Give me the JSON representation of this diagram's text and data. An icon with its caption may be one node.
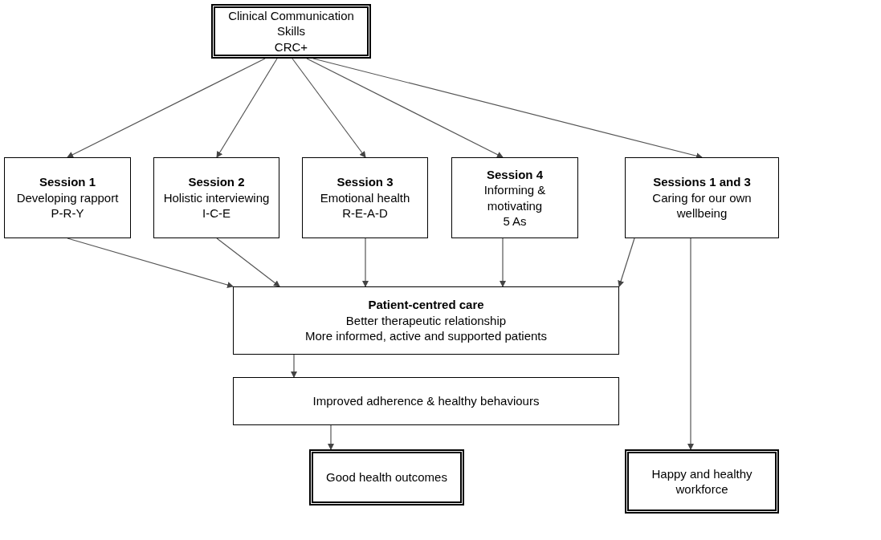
{
  "diagram": {
    "nodes": [
      {
        "text": [
          "Clinical Communication Skills",
          "CRC+"
        ]
      },
      {
        "text": [
          "Session 1",
          "Developing rapport",
          "P-R-Y"
        ]
      },
      {
        "text": [
          "Session 2",
          "Holistic interviewing",
          "I-C-E"
        ]
      },
      {
        "text": [
          "Session 3",
          "Emotional health",
          "R-E-A-D"
        ]
      },
      {
        "text": [
          "Session 4",
          "Informing & motivating",
          "5 As"
        ]
      },
      {
        "text": [
          "Sessions 1 and 3",
          "Caring for our own wellbeing"
        ]
      },
      {
        "text": [
          "Patient-centred care",
          "Better therapeutic relationship",
          "More informed, active and supported patients"
        ]
      },
      {
        "text": [
          "Improved adherence & healthy behaviours"
        ]
      },
      {
        "text": [
          "Good health outcomes"
        ]
      },
      {
        "text": [
          "Happy and healthy workforce"
        ]
      }
    ],
    "edges": [
      {
        "from": 0,
        "to": 1,
        "arrow": "to"
      },
      {
        "from": 0,
        "to": 2,
        "arrow": "to"
      },
      {
        "from": 0,
        "to": 3,
        "arrow": "to"
      },
      {
        "from": 0,
        "to": 4,
        "arrow": "to"
      },
      {
        "from": 0,
        "to": 5,
        "arrow": "to"
      },
      {
        "from": 1,
        "to": 6,
        "arrow": "to"
      },
      {
        "from": 2,
        "to": 6,
        "arrow": "to"
      },
      {
        "from": 3,
        "to": 6,
        "arrow": "to"
      },
      {
        "from": 4,
        "to": 6,
        "arrow": "to"
      },
      {
        "from": 5,
        "to": 6,
        "arrow": "to"
      },
      {
        "from": 6,
        "to": 7,
        "arrow": "to"
      },
      {
        "from": 7,
        "to": 8,
        "arrow": "to"
      },
      {
        "from": 5,
        "to": 9,
        "arrow": "to"
      }
    ]
  }
}
